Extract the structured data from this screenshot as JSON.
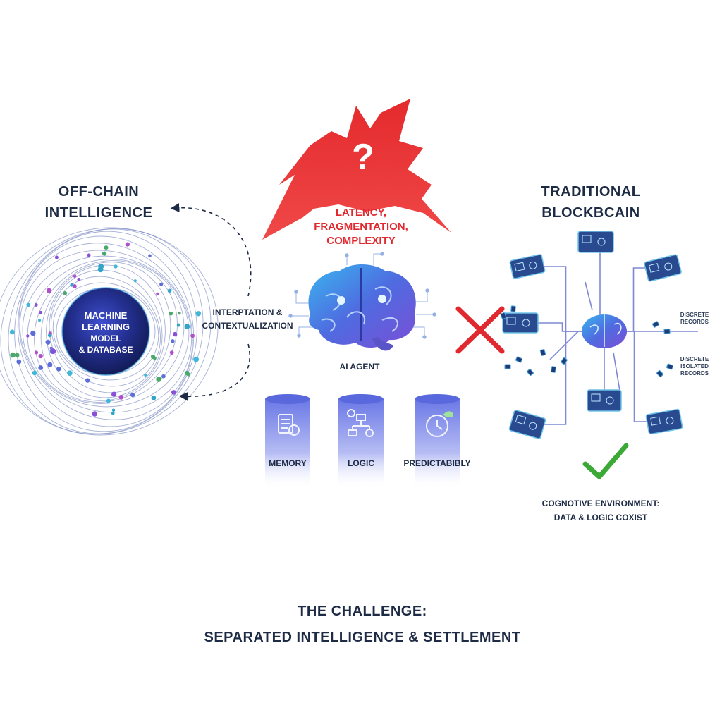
{
  "off_chain": {
    "title_line1": "OFF-CHAIN",
    "title_line2": "INTELLIGENCE",
    "core_line1": "MACHINE",
    "core_line2": "LEARNING",
    "core_line3": "MODEL",
    "core_line4": "& DATABASE"
  },
  "flow": {
    "line1": "INTERPTATION &",
    "line2": "CONTEXTUALIZATION"
  },
  "problem": {
    "symbol": "?",
    "line1": "LATENCY,",
    "line2": "FRAGMENTATION,",
    "line3": "COMPLEXITY",
    "color": "#e0282f"
  },
  "agent": {
    "label": "AI AGENT"
  },
  "pillars": [
    {
      "label": "MEMORY",
      "icon": "document-brain-icon"
    },
    {
      "label": "LOGIC",
      "icon": "flowchart-gear-icon"
    },
    {
      "label": "PREDICTABIBLY",
      "icon": "clock-leaf-icon"
    }
  ],
  "blockchain": {
    "title_line1": "TRADITIONAL",
    "title_line2": "BLOCKBCAIN",
    "note1_line1": "DISCRETE",
    "note1_line2": "RECORDS",
    "note2_line1": "DISCRETE",
    "note2_line2": "ISOLATED",
    "note2_line3": "RECORDS"
  },
  "environment": {
    "line1": "COGNOTIVE ENVIRONMENT:",
    "line2": "DATA & LOGIC COXIST"
  },
  "footer": {
    "line1": "THE CHALLENGE:",
    "line2": "SEPARATED INTELLIGENCE & SETTLEMENT"
  },
  "colors": {
    "cross": "#e0282f",
    "check": "#3aa935",
    "brand": "#3b57c9"
  }
}
